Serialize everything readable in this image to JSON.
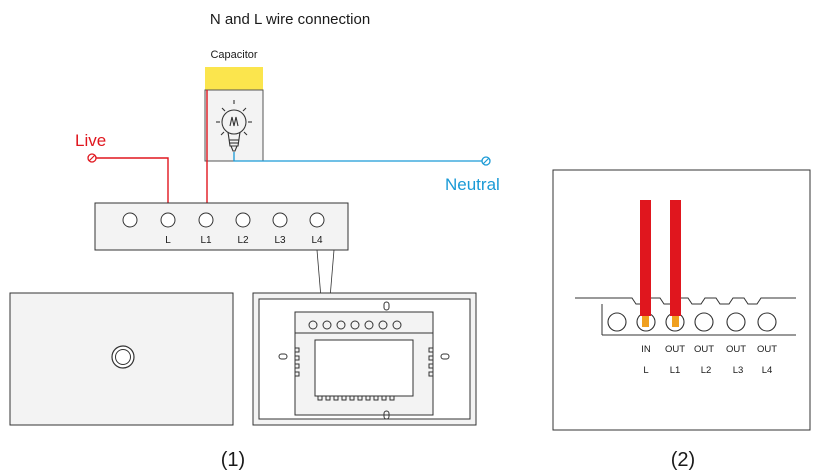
{
  "title": "N and L wire connection",
  "capacitor_label": "Capacitor",
  "live_label": "Live",
  "neutral_label": "Neutral",
  "terminal_labels": [
    "L",
    "L1",
    "L2",
    "L3",
    "L4"
  ],
  "detail_top_labels": [
    "IN",
    "OUT",
    "OUT",
    "OUT",
    "OUT"
  ],
  "detail_bottom_labels": [
    "L",
    "L1",
    "L2",
    "L3",
    "L4"
  ],
  "figure_1_caption": "(1)",
  "figure_2_caption": "(2)",
  "colors": {
    "live": "#e0161e",
    "neutral": "#1a9ad6",
    "capacitor": "#fbe54d",
    "panel_fill": "#f3f3f3",
    "outline": "#333333",
    "contact": "#f0a020"
  }
}
